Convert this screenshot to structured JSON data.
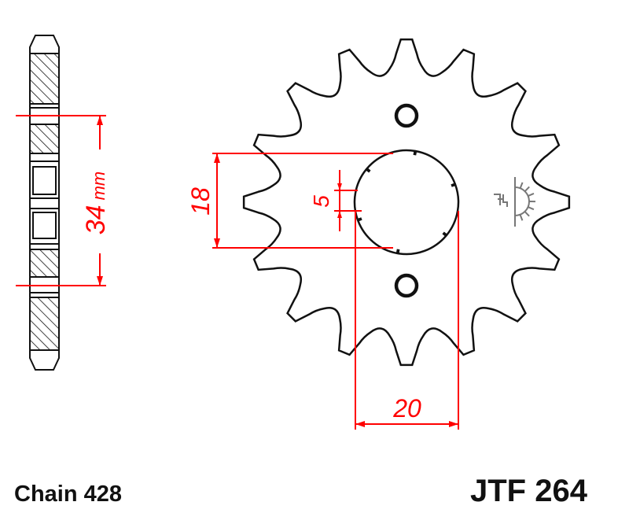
{
  "diagram": {
    "chain_label": "Chain 428",
    "part_number": "JTF 264",
    "teeth": 16,
    "dimensions": {
      "side_pitch": "34",
      "side_unit": "mm",
      "spline_height": "18",
      "spline_width": "5",
      "bore": "20"
    },
    "logo": "JT",
    "colors": {
      "outline": "#111111",
      "dimension": "#ff0000",
      "logo": "#777777"
    }
  }
}
